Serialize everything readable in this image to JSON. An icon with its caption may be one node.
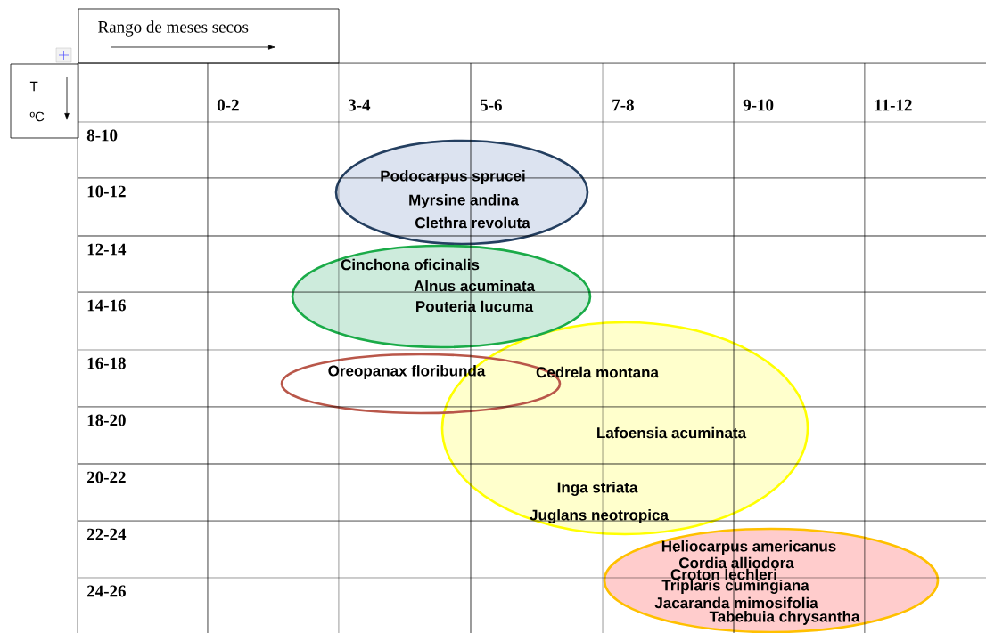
{
  "diagram": {
    "nodes": [
      {
        "text": [
          "Rango de meses secos"
        ]
      },
      {
        "text": [
          "T",
          "ºC"
        ]
      },
      {
        "text": [
          "Podocarpus sprucei",
          "Myrsine andina",
          "Clethra revoluta"
        ]
      },
      {
        "text": [
          "Cinchona oficinalis",
          "Alnus acuminata",
          "Pouteria lucuma"
        ]
      },
      {
        "text": [
          "Oreopanax floribunda"
        ]
      },
      {
        "text": [
          "Cedrela montana",
          "Lafoensia acuminata",
          "Inga striata",
          "Juglans neotropica"
        ]
      },
      {
        "text": [
          "Heliocarpus americanus",
          "Cordia alliodora",
          "Croton lechleri",
          "Triplaris cumingiana",
          "Jacaranda mimosifolia",
          "Tabebuia chrysantha"
        ]
      }
    ],
    "labels": [
      "0-2",
      "3-4",
      "5-6",
      "7-8",
      "9-10",
      "11-12",
      "8-10",
      "10-12",
      "12-14",
      "14-16",
      "16-18",
      "18-20",
      "20-22",
      "22-24",
      "24-26"
    ]
  }
}
